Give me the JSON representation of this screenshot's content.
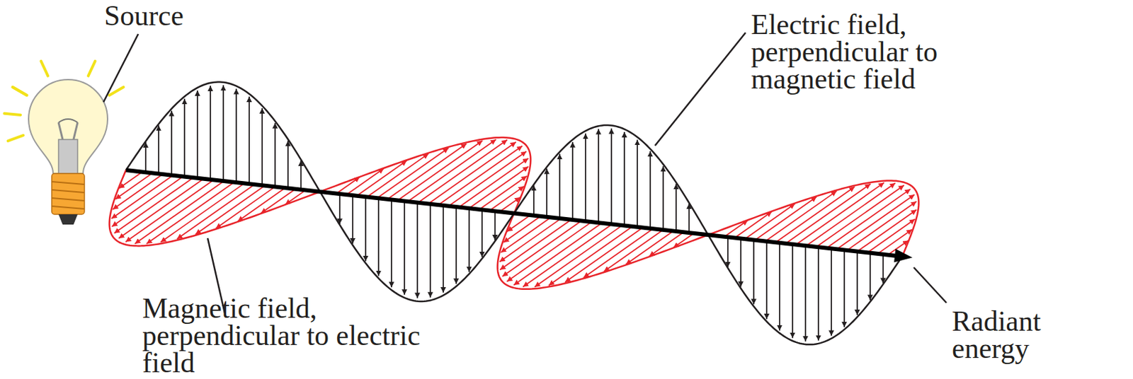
{
  "diagram": {
    "labels": [
      "Source",
      "Electric field, perpendicular to magnetic field",
      "Magnetic field, perpendicular to electric field",
      "Radiant energy"
    ]
  }
}
